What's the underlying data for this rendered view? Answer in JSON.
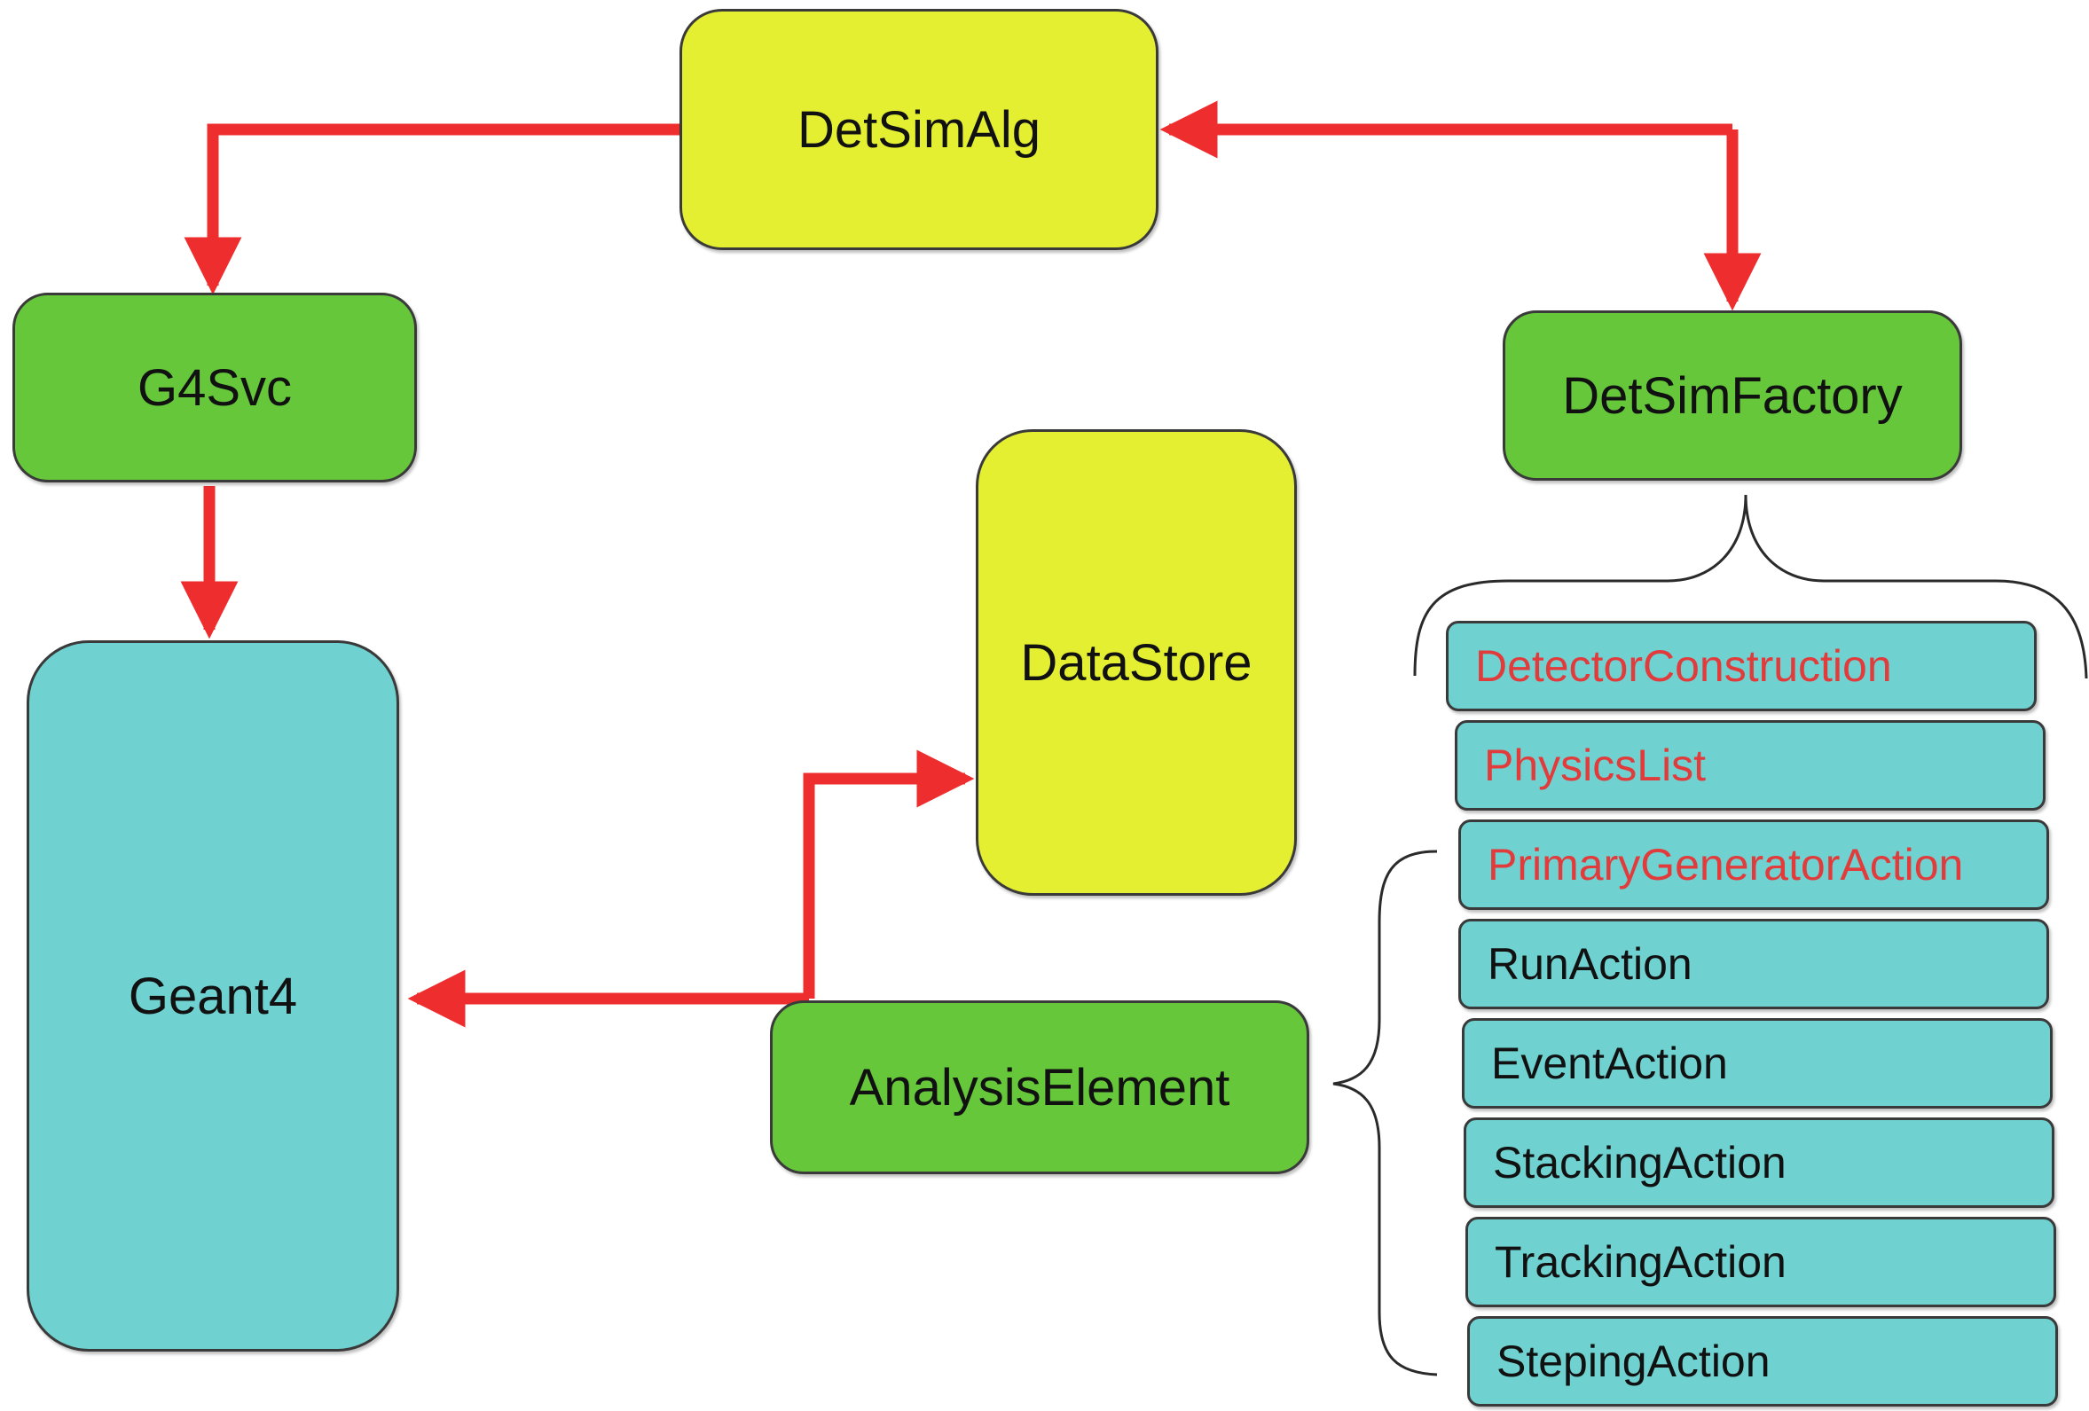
{
  "nodes": {
    "detsimalg": "DetSimAlg",
    "g4svc": "G4Svc",
    "detsimfactory": "DetSimFactory",
    "datastore": "DataStore",
    "geant4": "Geant4",
    "analysiselement": "AnalysisElement"
  },
  "components": [
    {
      "label": "DetectorConstruction",
      "highlight": true
    },
    {
      "label": "PhysicsList",
      "highlight": true
    },
    {
      "label": "PrimaryGeneratorAction",
      "highlight": true
    },
    {
      "label": "RunAction",
      "highlight": false
    },
    {
      "label": "EventAction",
      "highlight": false
    },
    {
      "label": "StackingAction",
      "highlight": false
    },
    {
      "label": "TrackingAction",
      "highlight": false
    },
    {
      "label": "StepingAction",
      "highlight": false
    }
  ],
  "colors": {
    "arrow": "#ee2e2e",
    "yellow_box": "#e5ef32",
    "green_box": "#66c73b",
    "cyan_box": "#70d1d1",
    "highlight_text": "#e23b3b"
  }
}
